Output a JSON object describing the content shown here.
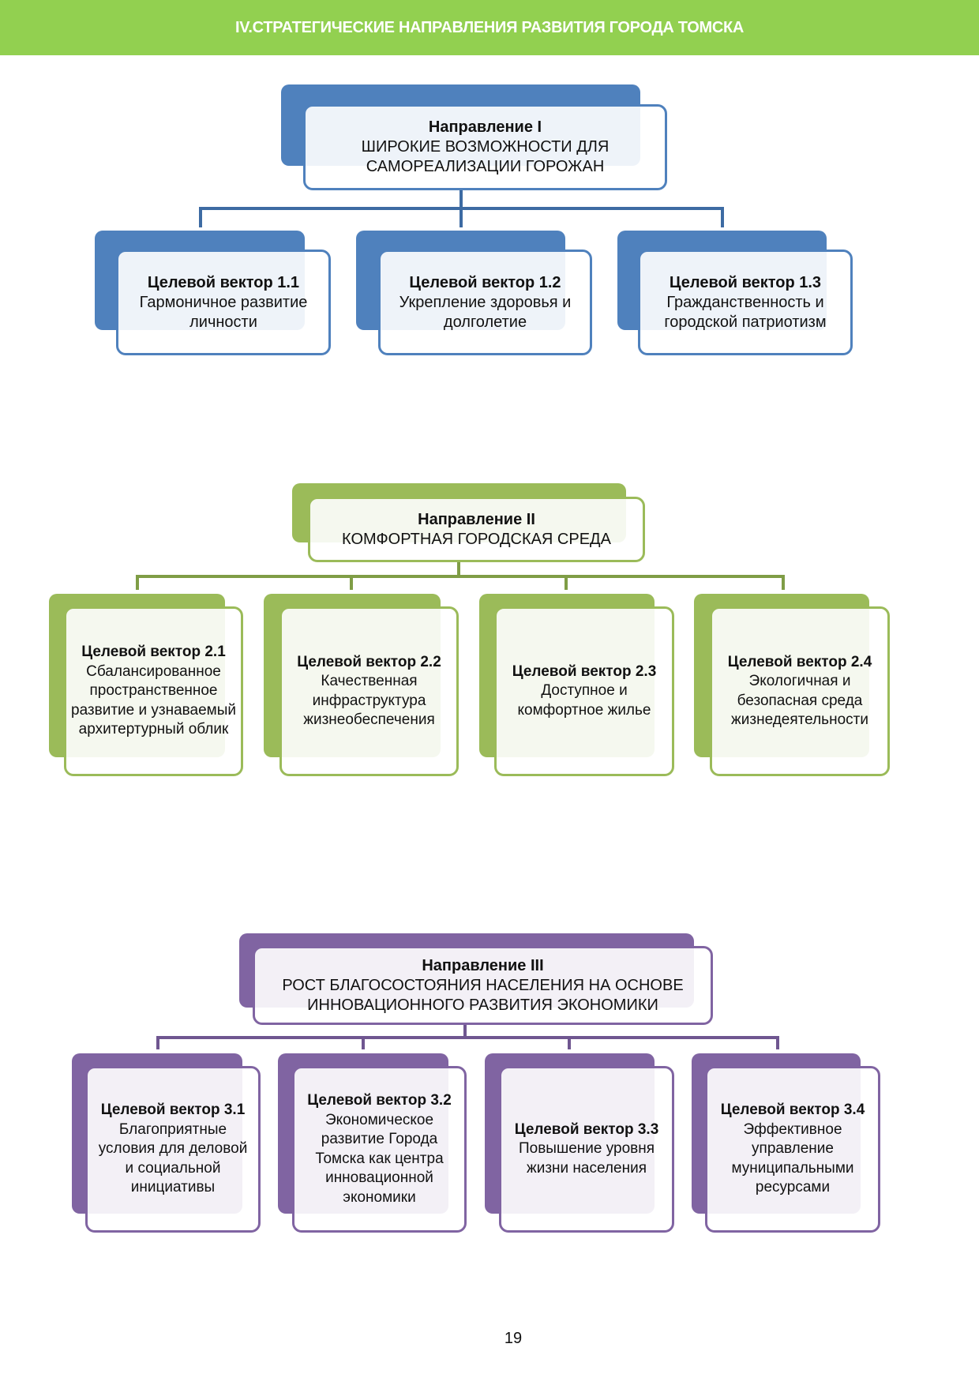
{
  "header": {
    "title": "IV.СТРАТЕГИЧЕСКИЕ НАПРАВЛЕНИЯ РАЗВИТИЯ ГОРОДА ТОМСКА"
  },
  "colors": {
    "header": "#92d050",
    "direction1": "#4f81bd",
    "direction2": "#9bbb59",
    "direction3": "#8064a2"
  },
  "directions": [
    {
      "title": "Направление I",
      "text": "ШИРОКИЕ ВОЗМОЖНОСТИ ДЛЯ САМОРЕАЛИЗАЦИИ ГОРОЖАН",
      "vectors": [
        {
          "title": "Целевой вектор 1.1",
          "text": "Гармоничное развитие личности"
        },
        {
          "title": "Целевой вектор 1.2",
          "text": "Укрепление здоровья и долголетие"
        },
        {
          "title": "Целевой вектор 1.3",
          "text": "Гражданственность и городской патриотизм"
        }
      ]
    },
    {
      "title": "Направление II",
      "text": "КОМФОРТНАЯ ГОРОДСКАЯ СРЕДА",
      "vectors": [
        {
          "title": "Целевой вектор 2.1",
          "text": "Сбалансированное пространственное развитие и узнаваемый архитертурный облик"
        },
        {
          "title": "Целевой вектор 2.2",
          "text": "Качественная инфраструктура жизнеобеспечения"
        },
        {
          "title": "Целевой вектор 2.3",
          "text": "Доступное и комфортное жилье"
        },
        {
          "title": "Целевой вектор 2.4",
          "text": "Экологичная и безопасная среда жизнедеятельности"
        }
      ]
    },
    {
      "title": "Направление III",
      "text": "РОСТ БЛАГОСОСТОЯНИЯ НАСЕЛЕНИЯ НА ОСНОВЕ ИННОВАЦИОННОГО РАЗВИТИЯ ЭКОНОМИКИ",
      "vectors": [
        {
          "title": "Целевой вектор 3.1",
          "text": "Благоприятные условия для деловой и социальной инициативы"
        },
        {
          "title": "Целевой вектор 3.2",
          "text": "Экономическое развитие Города Томска как центра инновационной экономики"
        },
        {
          "title": "Целевой вектор 3.3",
          "text": "Повышение уровня жизни населения"
        },
        {
          "title": "Целевой вектор 3.4",
          "text": "Эффективное управление муниципальными ресурсами"
        }
      ]
    }
  ],
  "page_number": "19"
}
